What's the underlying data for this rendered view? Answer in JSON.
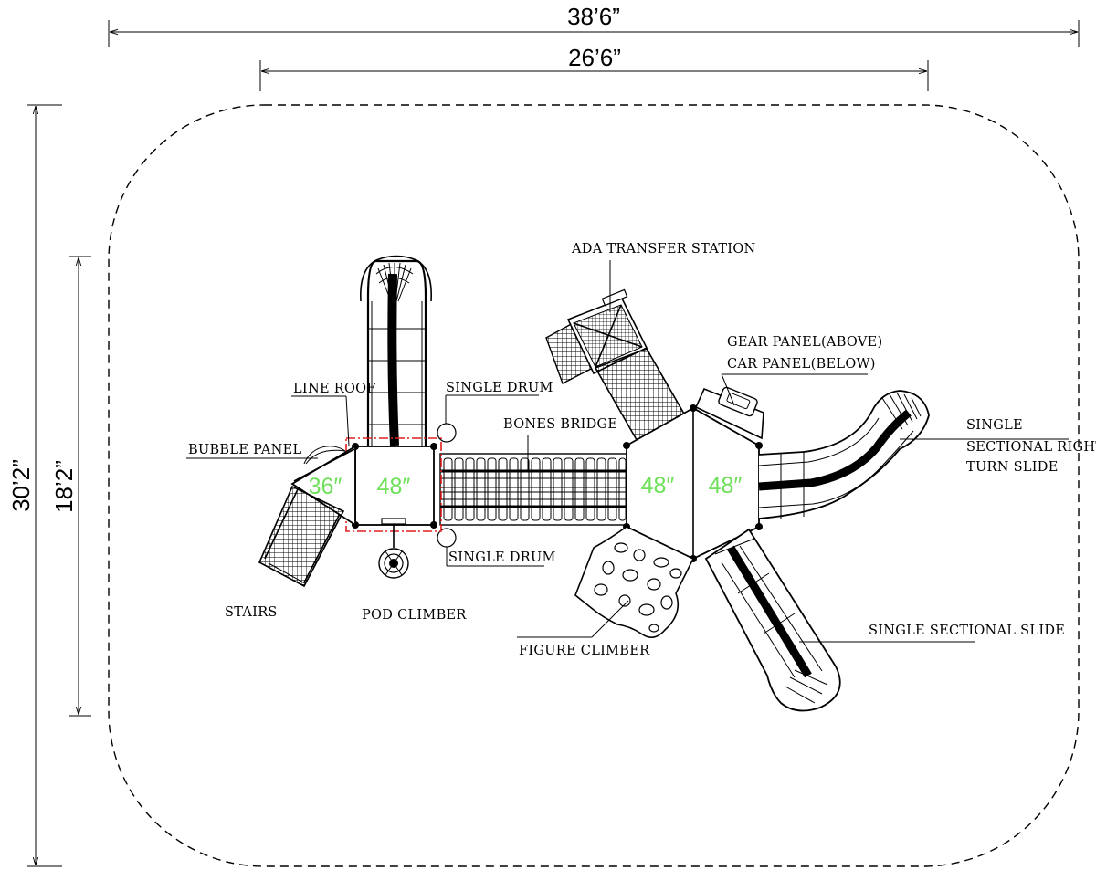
{
  "dimensions": {
    "overall_width": "38’6”",
    "inner_width": "26’6”",
    "overall_depth": "30’2”",
    "inner_depth": "18’2”"
  },
  "labels": {
    "ada_transfer_station": "ADA TRANSFER STATION",
    "gear_panel": "GEAR PANEL(ABOVE)",
    "car_panel": "CAR PANEL(BELOW)",
    "line_roof": "LINE ROOF",
    "single_drum_top": "SINGLE DRUM",
    "bones_bridge": "BONES BRIDGE",
    "bubble_panel": "BUBBLE PANEL",
    "single_drum_bottom": "SINGLE DRUM",
    "stairs": "STAIRS",
    "pod_climber": "POD CLIMBER",
    "figure_climber": "FIGURE CLIMBER",
    "right_turn_slide_line1": "SINGLE",
    "right_turn_slide_line2": "SECTIONAL RIGHT",
    "right_turn_slide_line3": "TURN SLIDE",
    "sectional_slide": "SINGLE SECTIONAL SLIDE"
  },
  "decks": {
    "d36": "36″",
    "d48_left": "48″",
    "d48_mid": "48″",
    "d48_right": "48″"
  },
  "colors": {
    "line": "#000000",
    "deck_height_text": "#6fe05a",
    "highlight_outline": "#e02020"
  }
}
